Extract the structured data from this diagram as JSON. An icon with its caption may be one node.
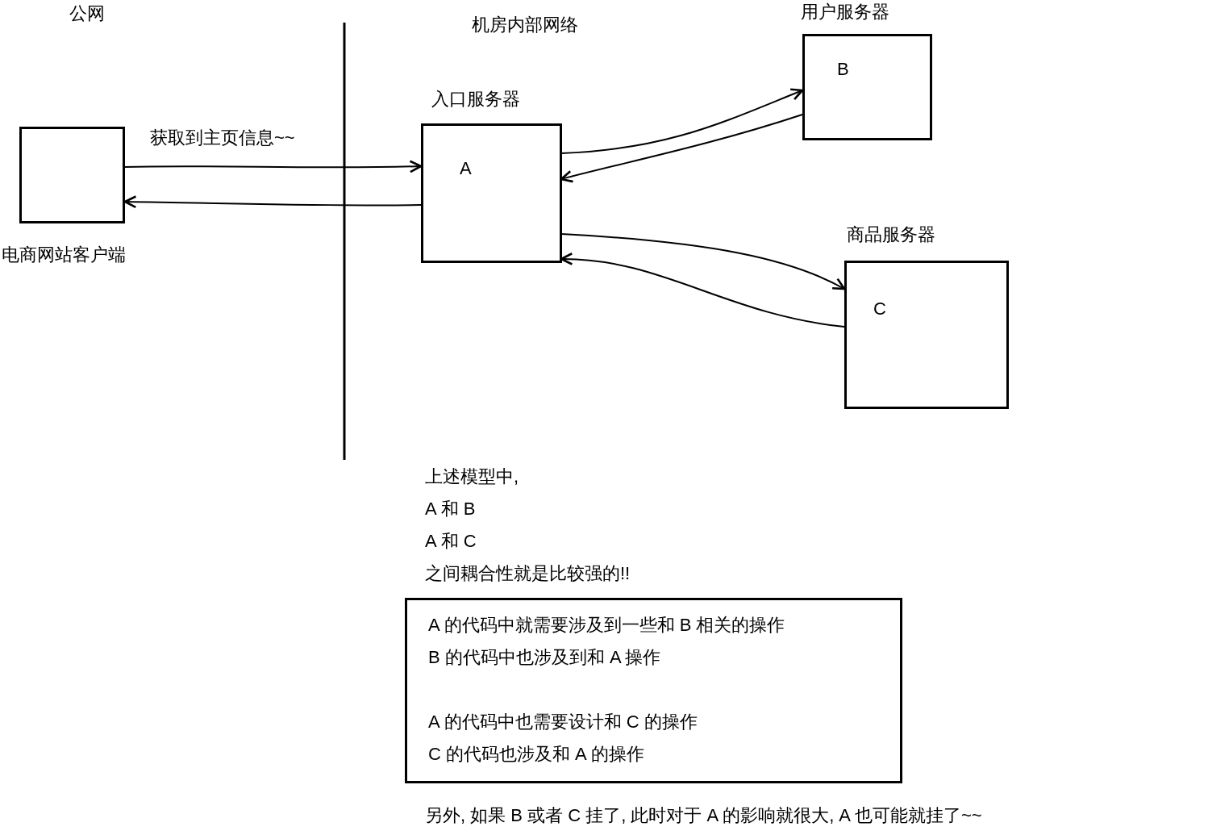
{
  "diagram": {
    "nodes": [
      {
        "text": [
          "电商网站客户端"
        ]
      },
      {
        "text": [
          "入口服务器",
          "A"
        ]
      },
      {
        "text": [
          "用户服务器",
          "B"
        ]
      },
      {
        "text": [
          "商品服务器",
          "C"
        ]
      },
      {
        "text": [
          "A 的代码中就需要涉及到一些和 B 相关的操作",
          "B 的代码中也涉及到和 A 操作",
          "A 的代码中也需要设计和 C 的操作",
          "C 的代码也涉及和 A 的操作"
        ]
      }
    ],
    "edges": [
      {
        "from": 0,
        "to": 1,
        "arrow": "to",
        "label": "获取到主页信息~~"
      },
      {
        "from": 1,
        "to": 0,
        "arrow": "to"
      },
      {
        "from": 1,
        "to": 2,
        "arrow": "to"
      },
      {
        "from": 2,
        "to": 1,
        "arrow": "to"
      },
      {
        "from": 1,
        "to": 3,
        "arrow": "to"
      },
      {
        "from": 3,
        "to": 1,
        "arrow": "to"
      }
    ],
    "labels": [
      "公网",
      "机房内部网络",
      "上述模型中,",
      "A 和 B",
      "A 和 C",
      "之间耦合性就是比较强的!!",
      "另外, 如果 B 或者 C 挂了, 此时对于 A 的影响就很大, A 也可能就挂了~~"
    ]
  }
}
